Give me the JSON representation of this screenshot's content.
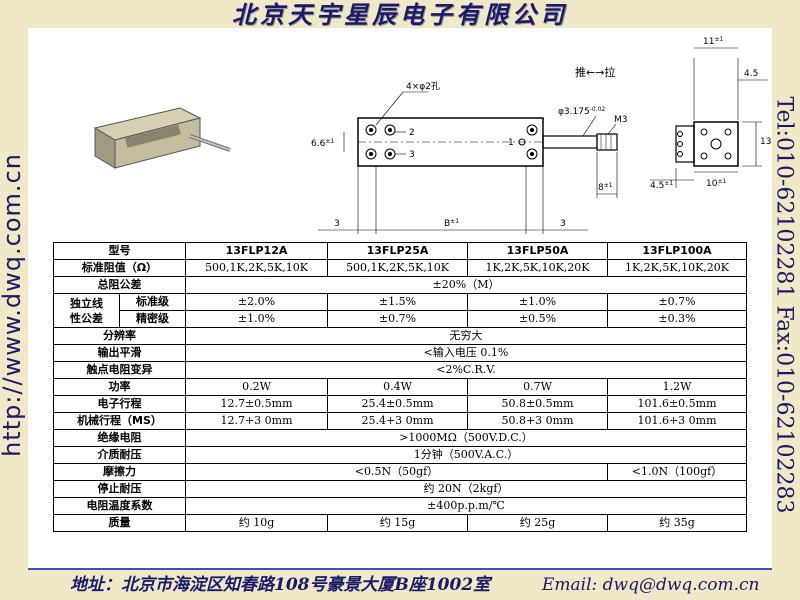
{
  "header": {
    "title": "北京天宇星辰电子有限公司"
  },
  "side": {
    "left_url": "http://www.dwq.com.cn",
    "right_contact": "Tel:010-62102281 Fax:010-62102283"
  },
  "drawing": {
    "labels": {
      "push_pull": "推←→拉",
      "holes": "4×φ2孔",
      "shaft_dia": "φ3.175",
      "shaft_tol": "-0.02",
      "thread": "M3",
      "dim_11": "11",
      "dim_45": "4.5",
      "dim_66": "6.6",
      "dim_13": "13",
      "dim_8": "8",
      "dim_45b": "4.5",
      "dim_10": "10",
      "dim_3a": "3",
      "dim_3b": "3",
      "dim_b": "B",
      "tol": "±1",
      "pin1": "1",
      "pin2": "2",
      "pin3": "3"
    }
  },
  "table": {
    "header": [
      "型号",
      "13FLP12A",
      "13FLP25A",
      "13FLP50A",
      "13FLP100A"
    ],
    "rows": {
      "resistance": {
        "label": "标准阻值（Ω）",
        "cells": [
          "500,1K,2K,5K,10K",
          "500,1K,2K,5K,10K",
          "1K,2K,5K,10K,20K",
          "1K,2K,5K,10K,20K"
        ]
      },
      "total_tol": {
        "label": "总阻公差",
        "merged": "±20%（M）"
      },
      "lin_label_a": "独立线",
      "lin_label_b": "性公差",
      "lin_std": {
        "label": "标准级",
        "cells": [
          "±2.0%",
          "±1.5%",
          "±1.0%",
          "±0.7%"
        ]
      },
      "lin_prec": {
        "label": "精密级",
        "cells": [
          "±1.0%",
          "±0.7%",
          "±0.5%",
          "±0.3%"
        ]
      },
      "resolution": {
        "label": "分辨率",
        "merged": "无穷大"
      },
      "smoothness": {
        "label": "输出平滑",
        "merged": "<输入电压 0.1%"
      },
      "contact_var": {
        "label": "触点电阻变异",
        "merged": "<2%C.R.V."
      },
      "power": {
        "label": "功率",
        "cells": [
          "0.2W",
          "0.4W",
          "0.7W",
          "1.2W"
        ]
      },
      "elec_travel": {
        "label": "电子行程",
        "cells": [
          "12.7±0.5mm",
          "25.4±0.5mm",
          "50.8±0.5mm",
          "101.6±0.5mm"
        ]
      },
      "mech_travel": {
        "label": "机械行程（MS）",
        "cells": [
          "12.7+3 0mm",
          "25.4+3 0mm",
          "50.8+3 0mm",
          "101.6+3 0mm"
        ]
      },
      "insulation": {
        "label": "绝缘电阻",
        "merged": ">1000MΩ（500V.D.C.）"
      },
      "dielectric": {
        "label": "介质耐压",
        "merged": "1分钟（500V.A.C.）"
      },
      "friction": {
        "label": "摩擦力",
        "span3": "<0.5N（50gf）",
        "last": "<1.0N（100gf）"
      },
      "stop_strength": {
        "label": "停止耐压",
        "merged": "约 20N（2kgf）"
      },
      "tempco": {
        "label": "电阻温度系数",
        "merged": "±400p.p.m/℃"
      },
      "weight": {
        "label": "质量",
        "cells": [
          "约 10g",
          "约 15g",
          "约 25g",
          "约 35g"
        ]
      }
    }
  },
  "footer": {
    "address": "地址：北京市海淀区知春路108号豪景大厦B座1002室",
    "email": "Email: dwq@dwq.com.cn"
  },
  "colors": {
    "background": "#f0e8c6",
    "text_blue": "#1a1a6a",
    "accent_line": "#3355bb"
  }
}
